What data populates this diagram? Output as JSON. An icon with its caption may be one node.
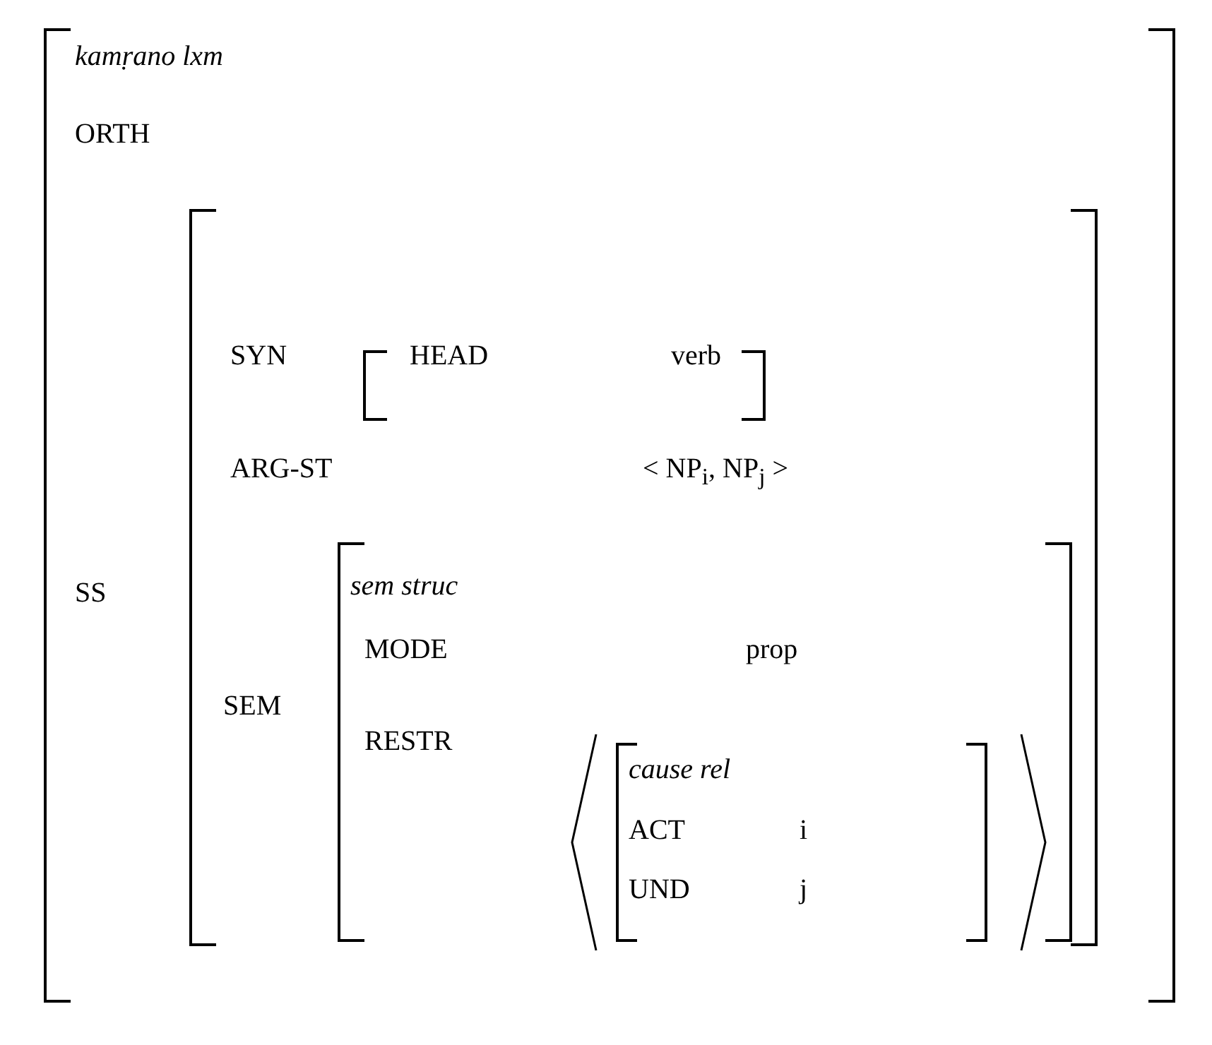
{
  "diagram": {
    "nodes": [
      {
        "text": [
          "kamṛano lxm",
          "ORTH",
          "SS"
        ]
      },
      {
        "text": [
          "SYN",
          "ARG-ST",
          "< NP$_{i}$,  NP$_{j}$ >",
          "SEM"
        ],
        "in": 0
      },
      {
        "text": [
          "HEAD",
          "verb"
        ],
        "in": 1
      },
      {
        "text": [
          "sem struc",
          "MODE",
          "prop",
          "RESTR"
        ],
        "in": 1
      },
      {
        "text": [
          "cause rel",
          "ACT",
          "i",
          "UND",
          "j"
        ],
        "in": 3
      }
    ]
  }
}
